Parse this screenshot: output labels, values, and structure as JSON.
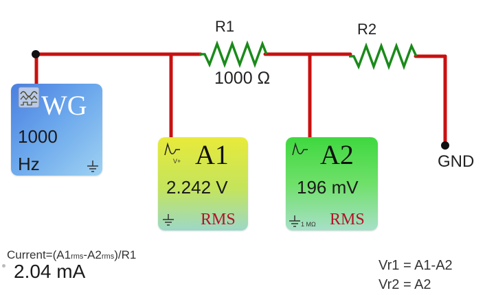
{
  "resistors": {
    "r1": {
      "label": "R1",
      "value": "1000 Ω"
    },
    "r2": {
      "label": "R2"
    }
  },
  "ground_label": "GND",
  "wave_generator": {
    "title": "WG",
    "frequency": "1000",
    "unit": "Hz"
  },
  "ammeter_a1": {
    "title": "A1",
    "reading": "2.242 V",
    "mode": "RMS",
    "icon_caption": "V+"
  },
  "ammeter_a2": {
    "title": "A2",
    "reading": "196 mV",
    "mode": "RMS",
    "impedance": "1 MΩ"
  },
  "current": {
    "formula_prefix": "Current=(A1",
    "formula_sub1": "rms",
    "formula_mid": "-A2",
    "formula_sub2": "rms",
    "formula_suffix": ")/R1",
    "value": "2.04 mA"
  },
  "notes": {
    "vr1": "Vr1 = A1-A2",
    "vr2": "Vr2 = A2"
  },
  "colors": {
    "wire": "#c81010",
    "resistor": "#1a8a1a"
  }
}
